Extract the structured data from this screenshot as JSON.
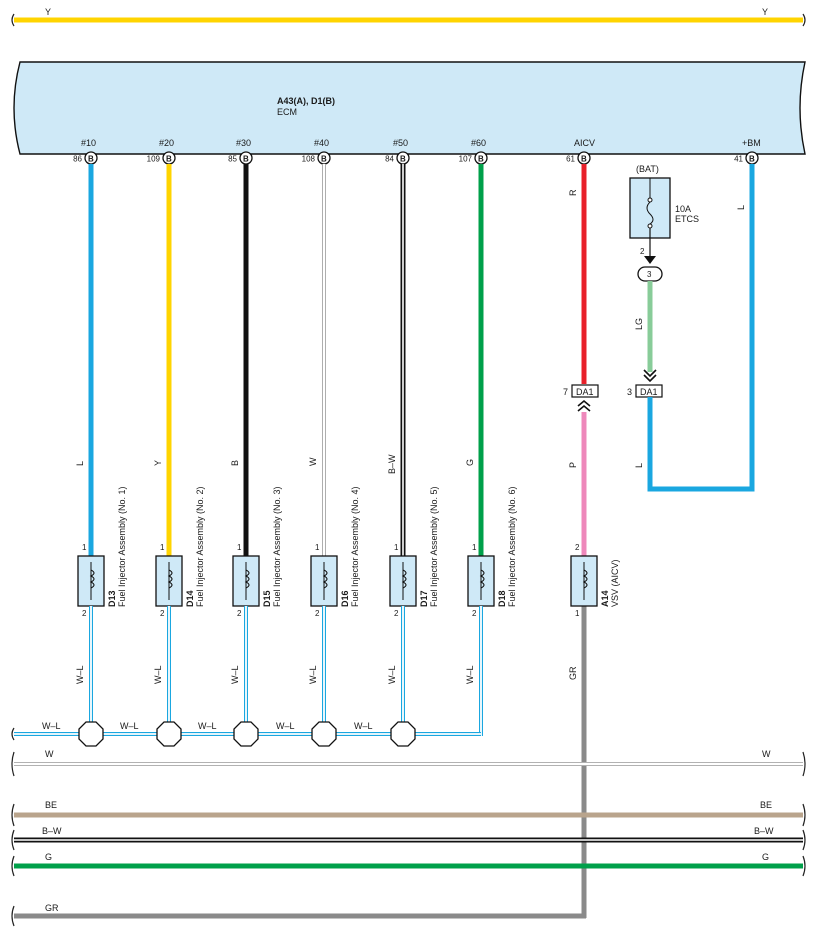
{
  "colors": {
    "ecm_fill": "#cfe9f7",
    "Y": "#ffd400",
    "L": "#1aa7e0",
    "B": "#111111",
    "W": "#ffffff",
    "G": "#00a04a",
    "R": "#e8202a",
    "P": "#ee88bb",
    "LG": "#88cc99",
    "GR": "#8a8a8a",
    "BE": "#b9a48c",
    "WL_inner": "#8fcfee"
  },
  "ecm": {
    "connector": "A43(A), D1(B)",
    "name": "ECM",
    "pins": [
      {
        "signal": "#10",
        "pin": "86",
        "connector": "B"
      },
      {
        "signal": "#20",
        "pin": "109",
        "connector": "B"
      },
      {
        "signal": "#30",
        "pin": "85",
        "connector": "B"
      },
      {
        "signal": "#40",
        "pin": "108",
        "connector": "B"
      },
      {
        "signal": "#50",
        "pin": "84",
        "connector": "B"
      },
      {
        "signal": "#60",
        "pin": "107",
        "connector": "B"
      },
      {
        "signal": "AICV",
        "pin": "61",
        "connector": "B"
      },
      {
        "signal": "+BM",
        "pin": "41",
        "connector": "B"
      }
    ]
  },
  "top_wire": {
    "left": "Y",
    "right": "Y"
  },
  "injectors": [
    {
      "code": "D13",
      "name": "Fuel Injector Assembly (No. 1)",
      "wire_in": "L",
      "wire_out": "W–L",
      "pin_in": "1",
      "pin_out": "2"
    },
    {
      "code": "D14",
      "name": "Fuel Injector Assembly (No. 2)",
      "wire_in": "Y",
      "wire_out": "W–L",
      "pin_in": "1",
      "pin_out": "2"
    },
    {
      "code": "D15",
      "name": "Fuel Injector Assembly (No. 3)",
      "wire_in": "B",
      "wire_out": "W–L",
      "pin_in": "1",
      "pin_out": "2"
    },
    {
      "code": "D16",
      "name": "Fuel Injector Assembly (No. 4)",
      "wire_in": "W",
      "wire_out": "W–L",
      "pin_in": "1",
      "pin_out": "2"
    },
    {
      "code": "D17",
      "name": "Fuel Injector Assembly (No. 5)",
      "wire_in": "B–W",
      "wire_out": "W–L",
      "pin_in": "1",
      "pin_out": "2"
    },
    {
      "code": "D18",
      "name": "Fuel Injector Assembly (No. 6)",
      "wire_in": "G",
      "wire_out": "W–L",
      "pin_in": "1",
      "pin_out": "2"
    }
  ],
  "vsv": {
    "code": "A14",
    "name": "VSV (AICV)",
    "wire_in_top": "R",
    "wire_in": "P",
    "wire_out": "GR",
    "pin_in": "2",
    "pin_out": "1",
    "junction": "DA1",
    "junction_pin": "7"
  },
  "fuse": {
    "source": "(BAT)",
    "rating": "10A",
    "name": "ETCS",
    "pin": "2",
    "splice": "3",
    "wire": "LG",
    "junction": "DA1",
    "junction_pin": "3",
    "wire_out": "L",
    "ecm_wire": "L"
  },
  "bus": {
    "wl_labels": [
      "W–L",
      "W–L",
      "W–L",
      "W–L",
      "W–L"
    ],
    "w": {
      "left": "W",
      "right": "W"
    },
    "be": {
      "left": "BE",
      "right": "BE"
    },
    "bw": {
      "left": "B–W",
      "right": "B–W"
    },
    "g": {
      "left": "G",
      "right": "G"
    },
    "gr": {
      "left": "GR"
    }
  }
}
